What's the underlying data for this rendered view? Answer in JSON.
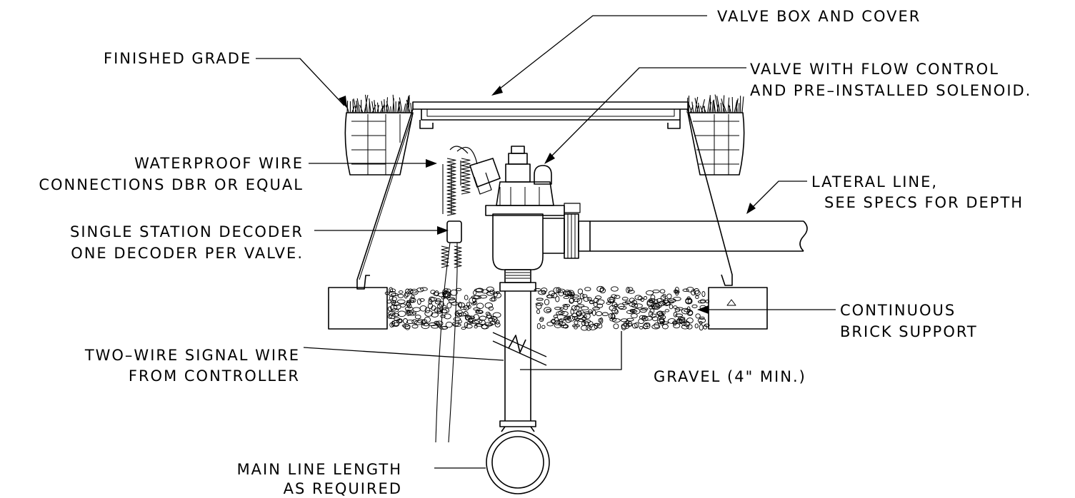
{
  "labels": {
    "valve_box": "VALVE BOX AND COVER",
    "finished_grade": "FINISHED GRADE",
    "valve_l1": "VALVE WITH FLOW CONTROL",
    "valve_l2": "AND PRE–INSTALLED SOLENOID.",
    "wire_l1": "WATERPROOF WIRE",
    "wire_l2": "CONNECTIONS DBR OR EQUAL",
    "lateral_l1": "LATERAL LINE,",
    "lateral_l2": "SEE SPECS FOR DEPTH",
    "decoder_l1": "SINGLE STATION DECODER",
    "decoder_l2": "ONE DECODER PER VALVE.",
    "brick_l1": "CONTINUOUS",
    "brick_l2": "BRICK SUPPORT",
    "twowire_l1": "TWO–WIRE SIGNAL WIRE",
    "twowire_l2": "FROM CONTROLLER",
    "gravel": "GRAVEL (4\" MIN.)",
    "main_l1": "MAIN LINE LENGTH",
    "main_l2": "AS REQUIRED"
  },
  "colors": {
    "line": "#000000",
    "background": "#ffffff"
  }
}
